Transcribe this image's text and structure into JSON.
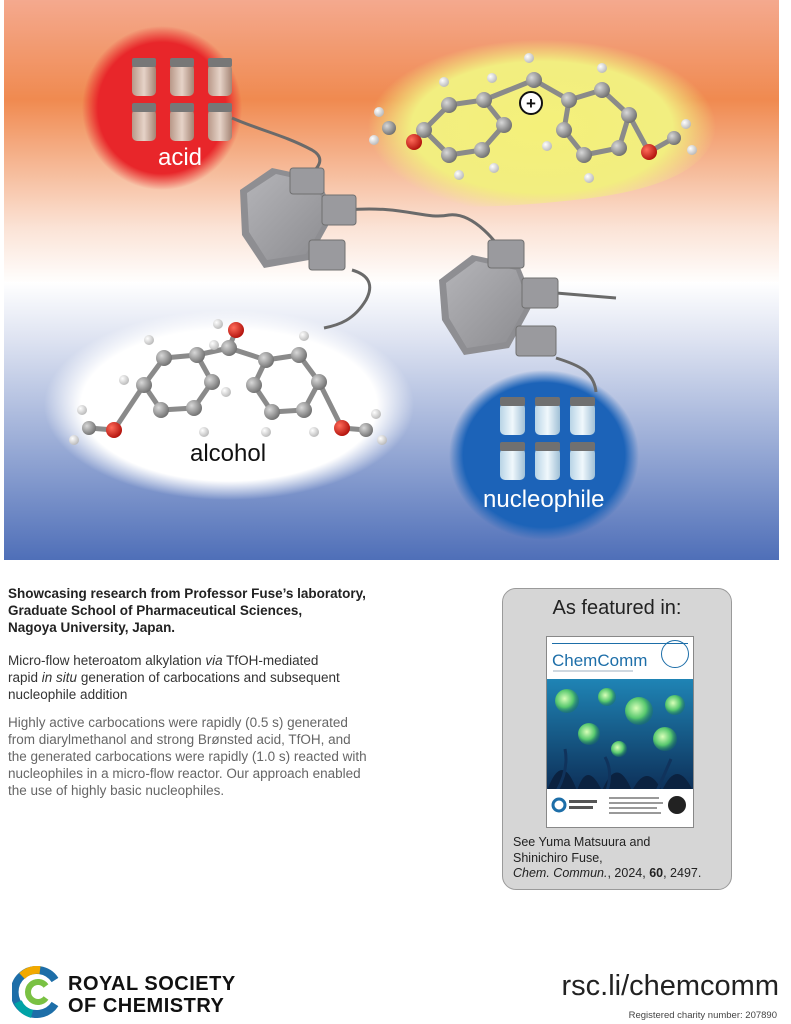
{
  "hero": {
    "acid_label": "acid",
    "alcohol_label": "alcohol",
    "nucleophile_label": "nucleophile",
    "charge_symbol": "+"
  },
  "showcase": {
    "lines": [
      "Showcasing research from Professor Fuse’s laboratory,",
      "Graduate School of Pharmaceutical Sciences,",
      "Nagoya University, Japan."
    ]
  },
  "article_title": {
    "line1_before": "Micro-flow heteroatom alkylation ",
    "line1_italic": "via",
    "line1_after": " TfOH-mediated",
    "line2_before": "rapid ",
    "line2_italic": "in situ",
    "line2_after": " generation of carbocations and subsequent",
    "line3": "nucleophile addition"
  },
  "abstract": {
    "lines": [
      "Highly active carbocations were rapidly (0.5 s) generated",
      "from diarylmethanol and strong Brønsted acid, TfOH, and",
      "the generated carbocations were rapidly (1.0 s) reacted with",
      "nucleophiles in a micro-flow reactor. Our approach enabled",
      "the use of highly basic nucleophiles."
    ]
  },
  "featured": {
    "heading": "As featured in:",
    "journal_logo": "ChemComm",
    "see_line1": "See Yuma Matsuura and",
    "see_line2": "Shinichiro Fuse,",
    "citation_journal": "Chem. Commun.",
    "citation_year": ", 2024, ",
    "citation_volume": "60",
    "citation_page": ", 2497."
  },
  "footer": {
    "society_line1": "ROYAL SOCIETY",
    "society_line2": "OF CHEMISTRY",
    "url": "rsc.li/chemcomm",
    "charity": "Registered charity number: 207890"
  },
  "colors": {
    "acid_red": "#e8262a",
    "cation_yellow": "#f4f07a",
    "nucleophile_blue": "#1c63b8",
    "top_gradient_orange": "#f08a50",
    "bottom_gradient_blue": "#4f6fb8",
    "rsc_accent": "#1d6ea8"
  }
}
